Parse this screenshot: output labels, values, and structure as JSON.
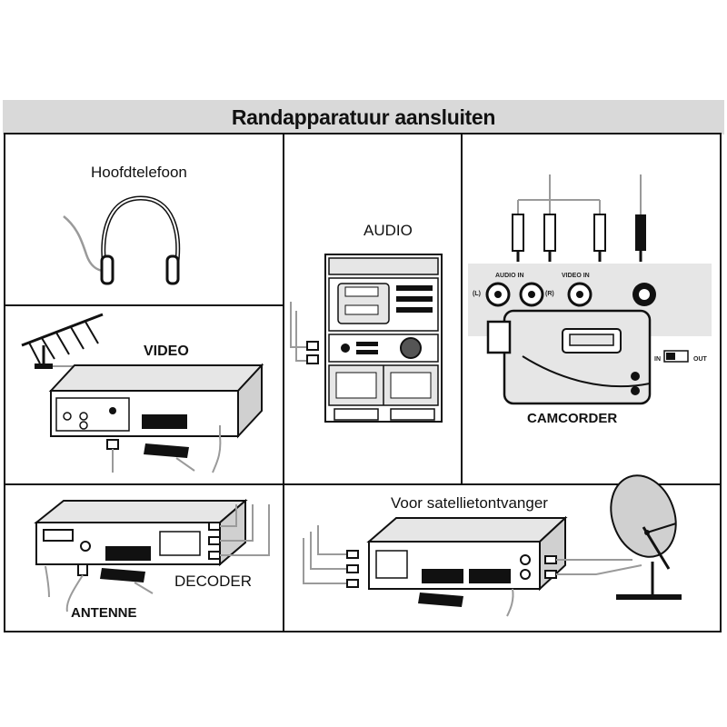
{
  "title": "Randapparatuur aansluiten",
  "panels": {
    "headphones": {
      "label": "Hoofdtelefoon"
    },
    "audio": {
      "label": "AUDIO"
    },
    "camcorder": {
      "label": "CAMCORDER",
      "jack_labels": {
        "audio_in": "AUDIO IN",
        "video_in": "VIDEO IN",
        "left": "(L)",
        "right": "(R)"
      },
      "switch_labels": {
        "in": "IN",
        "out": "OUT"
      }
    },
    "video": {
      "label": "VIDEO"
    },
    "decoder": {
      "label": "DECODER",
      "antenna_label": "ANTENNE"
    },
    "satellite": {
      "label": "Voor satellietontvanger"
    }
  },
  "colors": {
    "title_bar": "#d9d9d9",
    "frame": "#111111",
    "device_fill": "#e6e6e6",
    "cable": "#9a9a9a"
  }
}
